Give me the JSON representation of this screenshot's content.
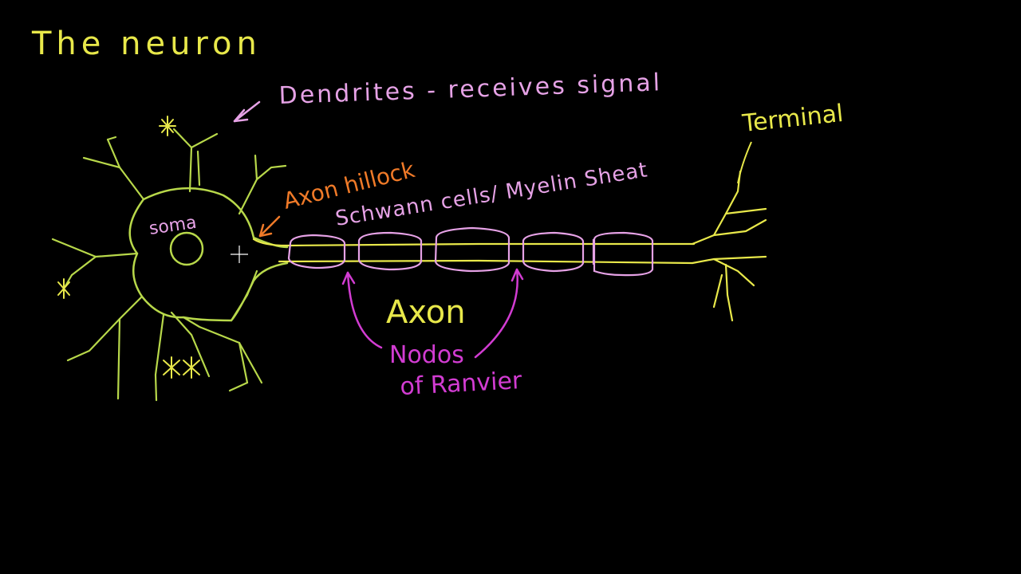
{
  "title": "The neuron",
  "labels": {
    "dendrites": "Dendrites - receives signal",
    "terminal": "Terminal",
    "axon_hillock": "Axon hillock",
    "myelin": "Schwann cells/ Myelin Sheat",
    "soma": "soma",
    "axon": "Axon",
    "nodes_line1": "Nodos",
    "nodes_line2": "of Ranvier"
  },
  "colors": {
    "background": "#000000",
    "yellow": "#e8e84a",
    "yellow_green": "#b8d84a",
    "pink": "#e6a2e6",
    "orange": "#f07a28",
    "magenta": "#d23cd2",
    "cursor": "#ffffff"
  },
  "icons": {
    "cursor": "crosshair-cursor-icon",
    "stimulus": "asterisk-icon"
  }
}
